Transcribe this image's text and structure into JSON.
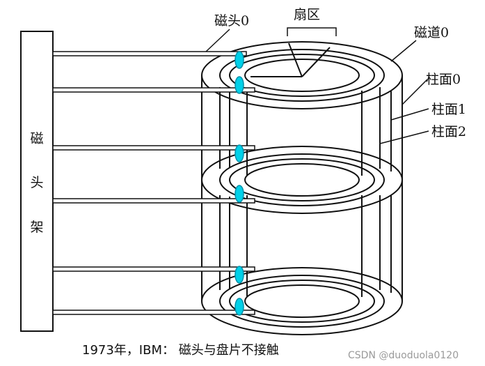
{
  "labels": {
    "head0": "磁头0",
    "sector": "扇区",
    "track0": "磁道0",
    "cylinder0": "柱面0",
    "cylinder1": "柱面1",
    "cylinder2": "柱面2",
    "rack": [
      "磁",
      "头",
      "架"
    ]
  },
  "caption": "1973年，IBM： 磁头与盘片不接触",
  "watermark": "CSDN @duoduola0120",
  "colors": {
    "line": "#111111",
    "head": "#00d0e8",
    "head_outline": "#0090a8",
    "background": "#ffffff"
  }
}
